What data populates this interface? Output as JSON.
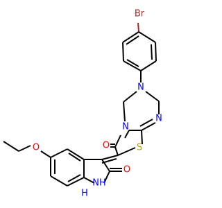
{
  "molecule": {
    "atoms": {
      "br": {
        "text": "Br",
        "color": "#a52a2a"
      },
      "n_top": {
        "text": "N",
        "color": "#0000ff"
      },
      "n_right": {
        "text": "N",
        "color": "#0000ff"
      },
      "n_bridge": {
        "text": "N",
        "color": "#0000ff"
      },
      "s": {
        "text": "S",
        "color": "#b2a000"
      },
      "o_ketone": {
        "text": "O",
        "color": "#ff0000"
      },
      "o_ether": {
        "text": "O",
        "color": "#ff0000"
      },
      "o_lactam": {
        "text": "O",
        "color": "#ff0000"
      },
      "nh": {
        "text": "NH",
        "color": "#0000ff"
      },
      "h": {
        "text": "H",
        "color": "#0000ff"
      }
    }
  }
}
